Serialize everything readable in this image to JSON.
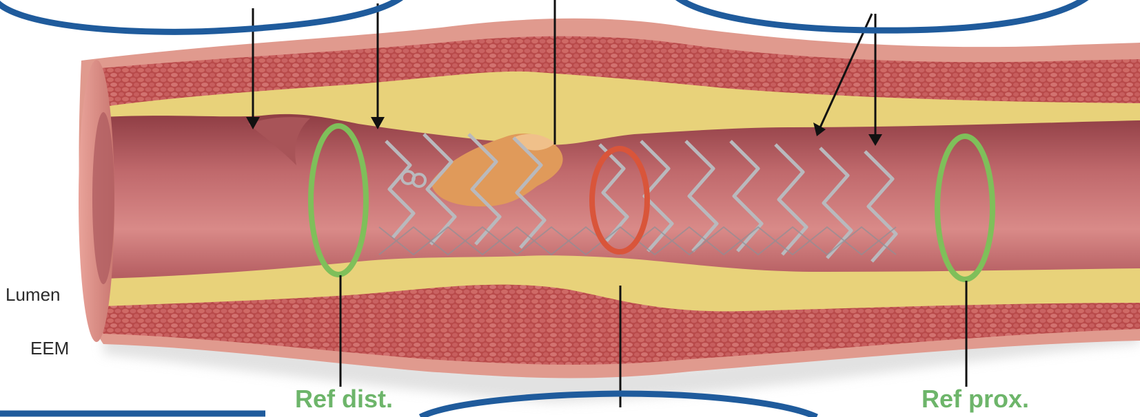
{
  "labels": {
    "lumen": "Lumen",
    "eem": "EEM",
    "ref_dist": "Ref dist.",
    "ref_prox": "Ref prox."
  },
  "colors": {
    "reference_ring": "#7fbf5a",
    "minimum_ring": "#d9553a",
    "callout": "#1f5b9c",
    "label_green": "#6db56a",
    "vessel_wall": "#c0534f",
    "plaque": "#e8d27a",
    "lumen": "#b8666a"
  }
}
